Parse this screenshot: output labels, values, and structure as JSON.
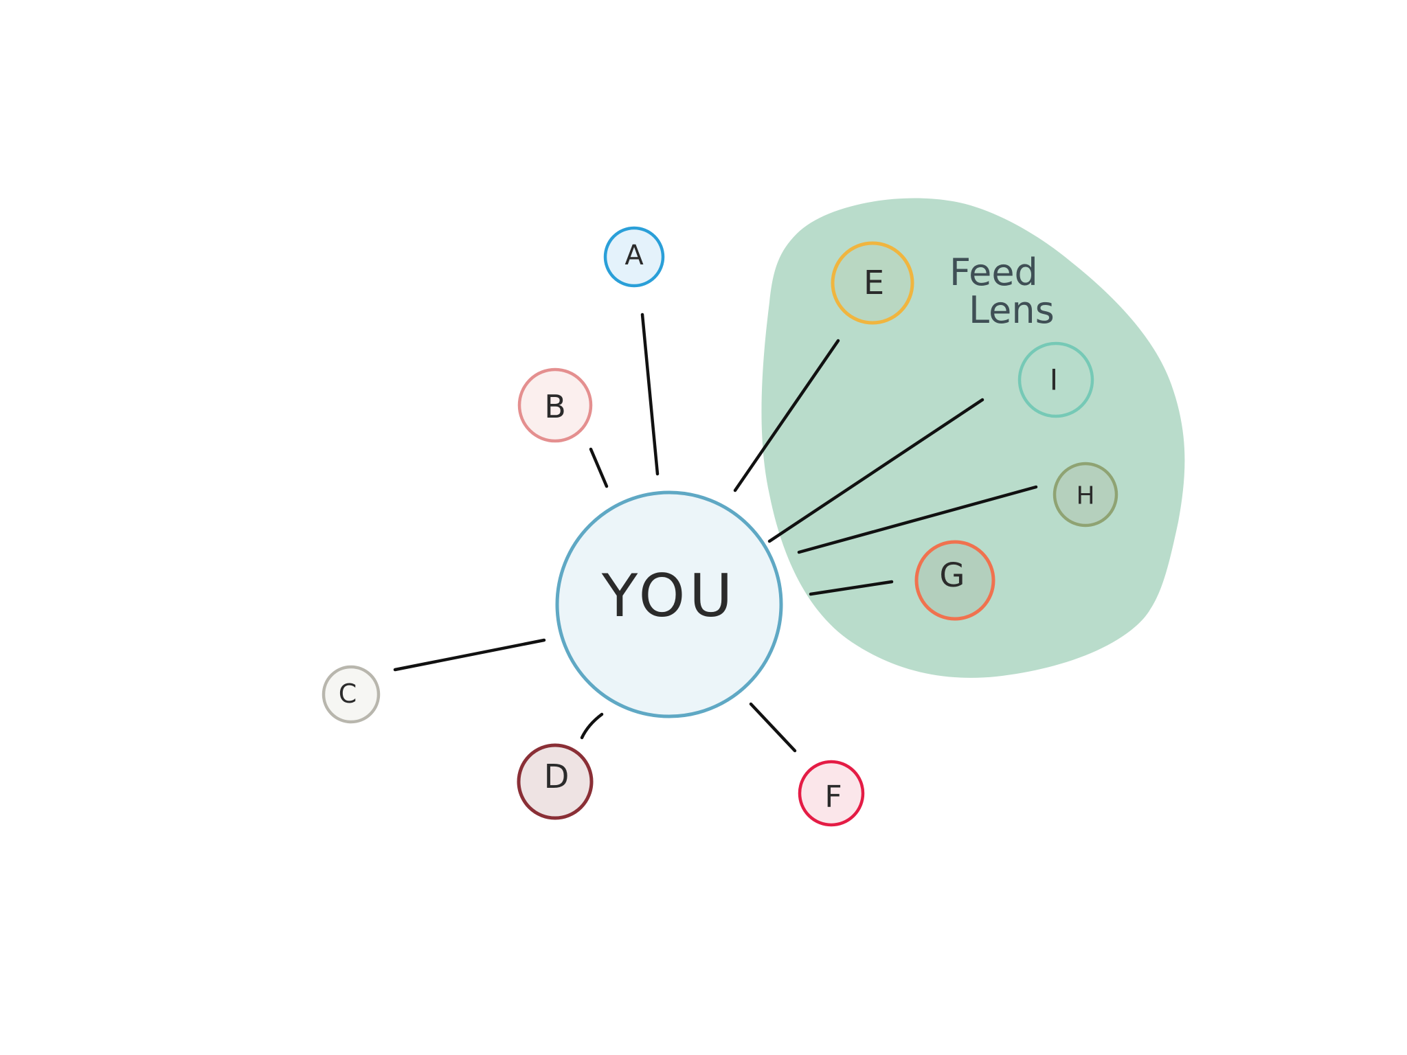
{
  "center": {
    "label": "YOU",
    "stroke": "#5fa8c4",
    "fill": "#ecf5f9"
  },
  "lens": {
    "line1": "Feed",
    "line2": "Lens",
    "fill": "#b9dccb"
  },
  "nodes": [
    {
      "id": "a",
      "label": "A",
      "stroke": "#2a9fd8",
      "fill": "#e4f2fb",
      "in_lens": false
    },
    {
      "id": "b",
      "label": "B",
      "stroke": "#e48f8f",
      "fill": "#fbefee",
      "in_lens": false
    },
    {
      "id": "c",
      "label": "C",
      "stroke": "#b8b6ad",
      "fill": "#f6f6f3",
      "in_lens": false
    },
    {
      "id": "d",
      "label": "D",
      "stroke": "#8a2f36",
      "fill": "#eee3e3",
      "in_lens": false
    },
    {
      "id": "e",
      "label": "E",
      "stroke": "#f0b53f",
      "fill": "#b9d7c2",
      "in_lens": true
    },
    {
      "id": "f",
      "label": "F",
      "stroke": "#e41c45",
      "fill": "#fbe6ea",
      "in_lens": false
    },
    {
      "id": "g",
      "label": "G",
      "stroke": "#f0724f",
      "fill": "#b3cfbd",
      "in_lens": true
    },
    {
      "id": "h",
      "label": "H",
      "stroke": "#8fa373",
      "fill": "#b5d0bd",
      "in_lens": true
    },
    {
      "id": "i",
      "label": "I",
      "stroke": "#76c9b6",
      "fill": "#b7dccb",
      "in_lens": true
    }
  ]
}
